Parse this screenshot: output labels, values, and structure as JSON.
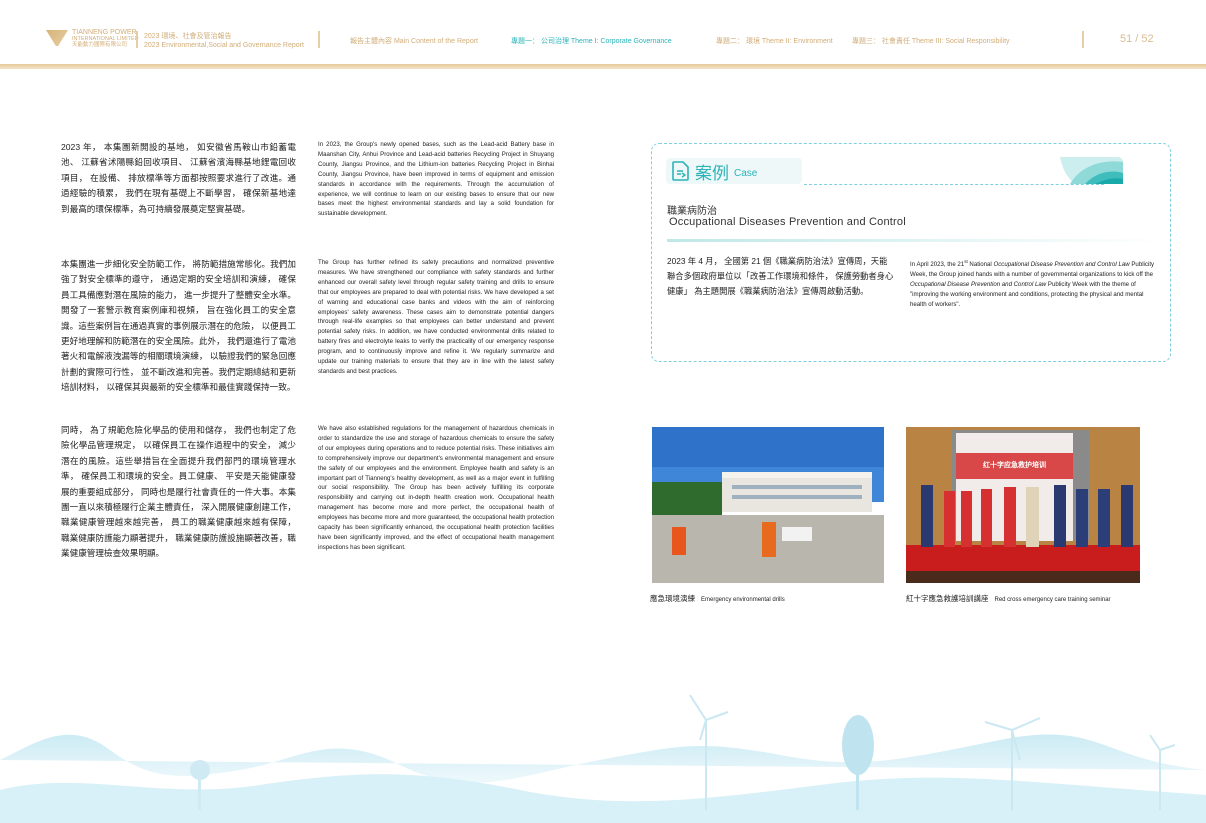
{
  "header": {
    "logo": {
      "line1": "TIANNENG POWER",
      "line2": "INTERNATIONAL LIMITED",
      "line3": "天能動力國際有限公司"
    },
    "report_title_cn": "2023 環境、社會及管治報告",
    "report_title_en": "2023 Environmental,Social and Governance Report",
    "nav": [
      {
        "label": "報告主體內容  Main Content of the Report",
        "active": false
      },
      {
        "label": "專題一：  公司治理   Theme I: Corporate   Governance",
        "active": true
      },
      {
        "label": "專題二：  環境  Theme II: Environment",
        "active": false
      },
      {
        "label": "專題三：  社會責任   Theme III: Social Responsibility",
        "active": false
      }
    ],
    "page": "51 / 52"
  },
  "paragraphs": [
    {
      "cn": "2023 年， 本集團新開設的基地， 如安徽省馬鞍山市鉛蓄電池、 江蘇省沭陽縣鉛回收項目、 江蘇省濱海縣基地鋰電回收項目， 在設備、 排放標準等方面都按照要求進行了改進。通過經驗的積累， 我們在現有基礎上不斷學習， 確保新基地達到最高的環保標準，為可持續發展奠定堅實基礎。",
      "en": "In 2023, the Group's newly opened bases, such as the Lead-acid Battery base in Maanshan City, Anhui Province and Lead-acid batteries Recycling Project in Shuyang County, Jiangsu Province, and the Lithium-ion batteries Recycling Project in Binhai County, Jiangsu Province, have been improved in terms of equipment and emission standards in accordance with the requirements. Through the accumulation of experience, we will continue to learn on our existing bases to ensure that our new bases meet the highest environmental standards and lay a solid foundation for sustainable development."
    },
    {
      "cn": "本集團進一步細化安全防範工作， 將防範措施常態化。我們加強了對安全標準的遵守， 通過定期的安全培訓和演練， 確保員工具備應對潛在風險的能力， 進一步提升了整體安全水準。開發了一套警示教育案例庫和視頻， 旨在強化員工的安全意識。這些案例旨在通過真實的事例展示潛在的危險， 以便員工更好地理解和防範潛在的安全風險。此外， 我們還進行了電池著火和電解液洩漏等的相關環境演練， 以驗證我們的緊急回應計劃的實際可行性， 並不斷改進和完善。我們定期總結和更新培訓材料， 以確保其與最新的安全標準和最佳實踐保持一致。",
      "en": "The Group has further refined its safety precautions and normalized preventive measures. We have strengthened our compliance with safety standards and further enhanced our overall safety level through regular safety training and drills to ensure that our employees are prepared to deal with potential risks. We have developed a set of warning and educational case banks and videos with the aim of reinforcing employees' safety awareness. These cases aim to demonstrate potential dangers through real-life examples so that employees can better understand and prevent potential safety risks. In addition, we have conducted environmental drills related to battery fires and electrolyte leaks to verify the practicality of our emergency response program, and to continuously improve and refine it. We regularly summarize and update our training materials to ensure that they are in line with the latest safety standards and best practices."
    },
    {
      "cn": "同時， 為了規範危險化學品的使用和儲存， 我們也制定了危險化學品管理規定， 以確保員工在操作過程中的安全， 減少潛在的風險。這些舉措旨在全面提升我們部門的環境管理水準， 確保員工和環境的安全。員工健康、 平安是天能健康發展的重要組成部分， 同時也是履行社會責任的一件大事。本集團一直以來積極履行企業主體責任， 深入開展健康創建工作， 職業健康管理越來越完善， 員工的職業健康越來越有保障， 職業健康防護能力顯著提升， 職業健康防護設施顯著改善，職業健康管理檢查效果明顯。",
      "en": "We have also established regulations for the management of hazardous chemicals in order to standardize the use and storage of hazardous chemicals to ensure the safety of our employees during operations and to reduce potential risks. These initiatives aim to comprehensively improve our department's environmental management and ensure the safety of our employees and the environment. Employee health and safety is an important part of Tianneng's healthy development, as well as a major event in fulfilling our social responsibility. The Group has been actively fulfilling its corporate responsibility and carrying out in-depth health creation work. Occupational health management has become more and more perfect, the occupational health of employees has become more and more guaranteed, the occupational health protection capacity has been significantly enhanced, the occupational health protection facilities have been significantly improved, and the effect of occupational health management inspections has been significant."
    }
  ],
  "case": {
    "tag_cn": "案例",
    "tag_en": "Case",
    "title_cn": "職業病防治",
    "title_en": "Occupational Diseases Prevention and Control",
    "body_cn": "2023 年 4 月， 全國第 21 個《職業病防治法》宣傳周，天能聯合多個政府單位以「改善工作環境和條件， 保護勞動者身心健康」 為主題開展《職業病防治法》宣傳周啟動活動。",
    "body_en_1": "In April 2023, the 21",
    "body_en_sup": "st",
    "body_en_2": " National ",
    "body_en_law": "Occupational Disease Prevention and Control Law",
    "body_en_3": " Publicity Week, the Group joined hands with a number of governmental organizations to kick off the ",
    "body_en_4": " Publicity Week with the theme of \"improving the working environment and conditions, protecting the physical and mental health of workers\"."
  },
  "photos": [
    {
      "caption_cn": "應急環境演練",
      "caption_en": "Emergency environmental drills"
    },
    {
      "caption_cn": "紅十字應急救護培訓講座",
      "caption_en": "Red cross emergency care training seminar",
      "banner": "红十字应急救护培训"
    }
  ],
  "colors": {
    "gold": "#d2ad78",
    "teal": "#2bb3b8",
    "sky": "#cfeef6"
  }
}
